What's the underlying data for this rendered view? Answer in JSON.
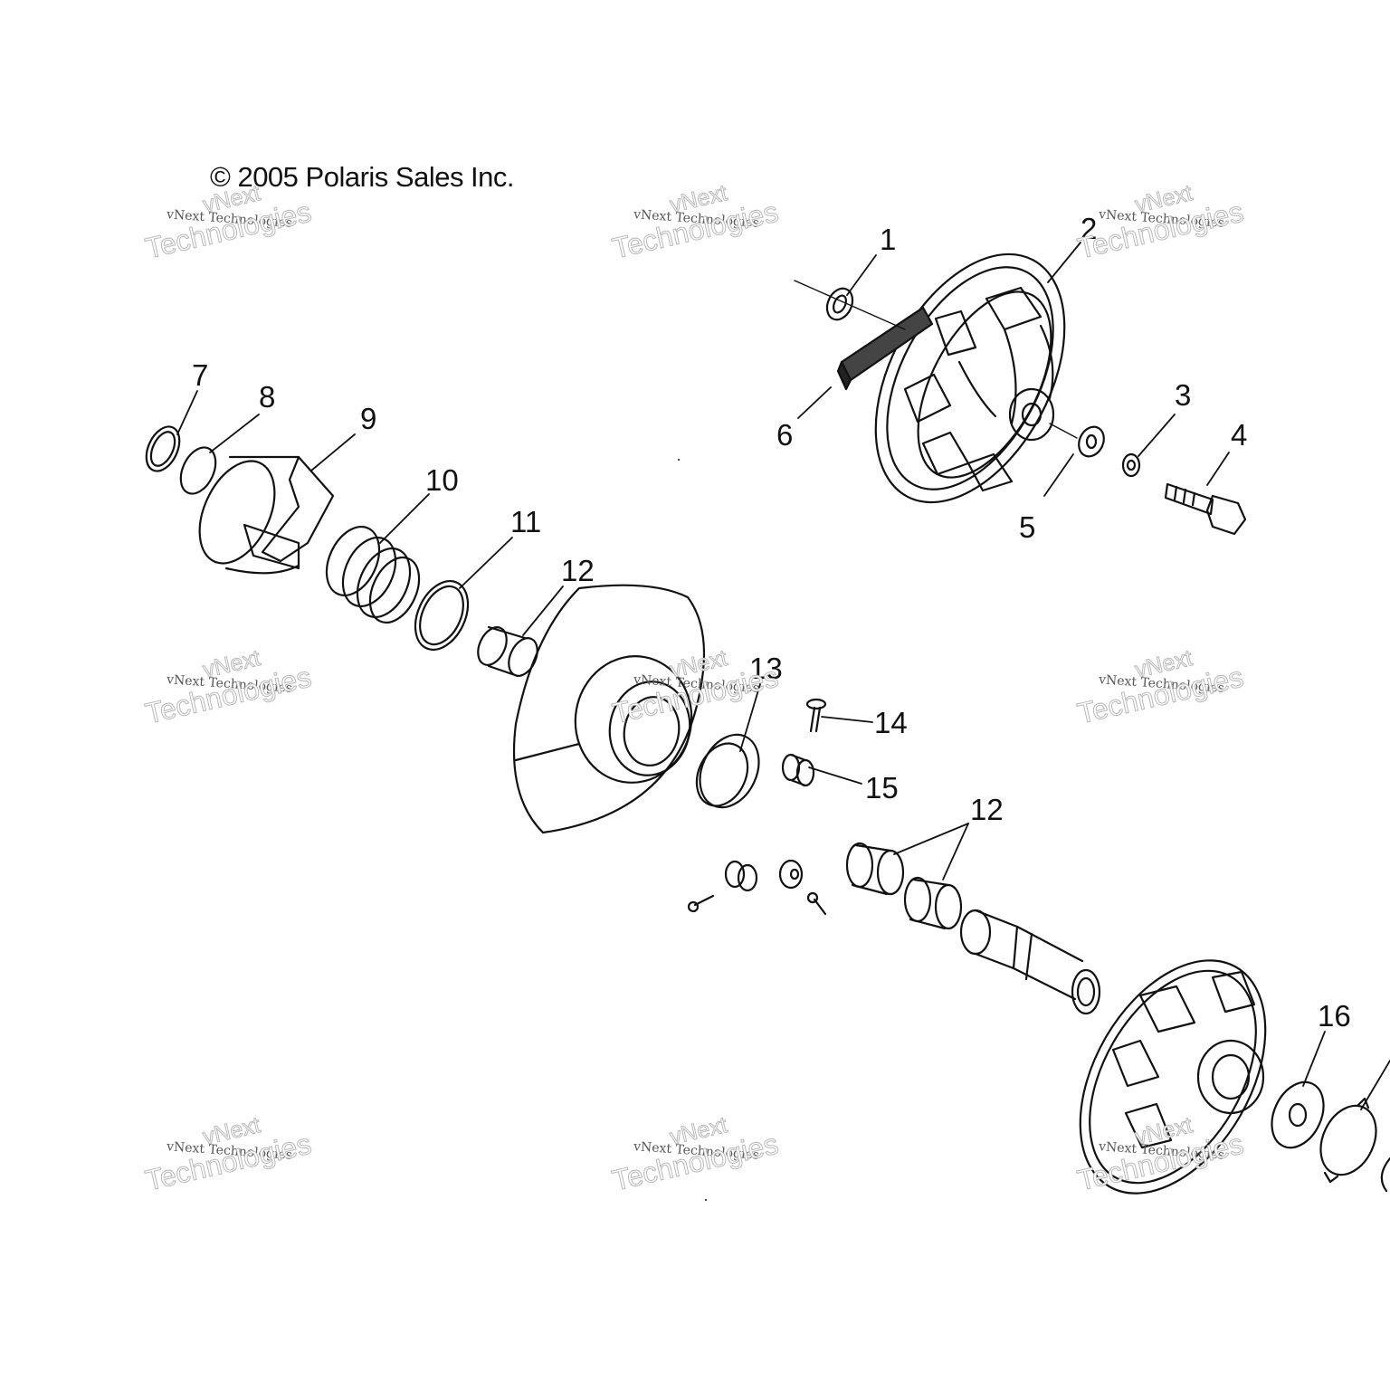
{
  "copyright": "© 2005 Polaris Sales Inc.",
  "watermark": {
    "brand": "vNext",
    "line1": "vNext Technologies",
    "line2": "Technologies"
  },
  "callouts": [
    "1",
    "2",
    "3",
    "4",
    "5",
    "6",
    "7",
    "8",
    "9",
    "10",
    "11",
    "12",
    "13",
    "14",
    "15",
    "12",
    "16"
  ],
  "colors": {
    "line": "#111111",
    "watermark": "#b9b9b9"
  }
}
